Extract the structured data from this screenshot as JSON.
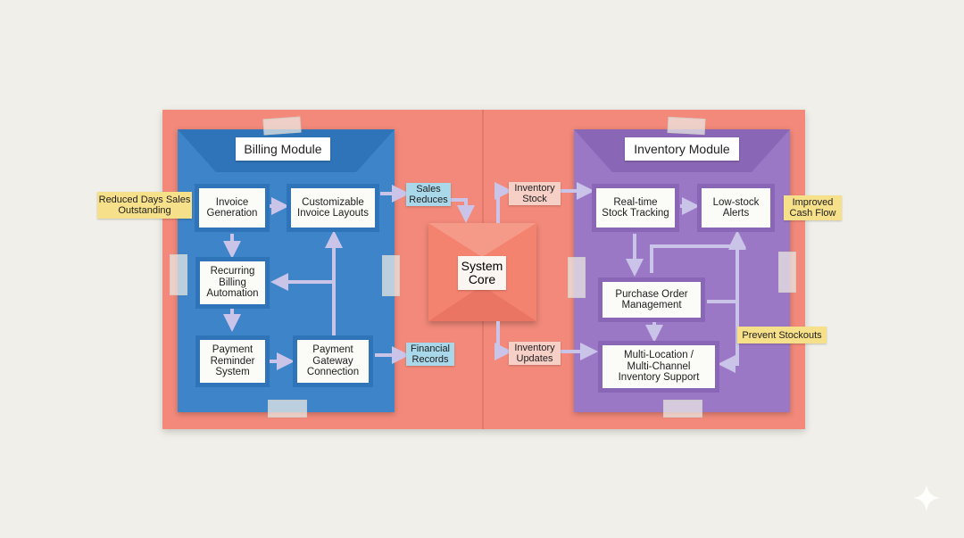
{
  "billing": {
    "title": "Billing Module",
    "nodes": {
      "invoice_generation": "Invoice\nGeneration",
      "custom_layouts": "Customizable\nInvoice Layouts",
      "recurring_billing": "Recurring\nBilling\nAutomation",
      "payment_reminder": "Payment\nReminder\nSystem",
      "payment_gateway": "Payment\nGateway\nConnection"
    }
  },
  "inventory": {
    "title": "Inventory Module",
    "nodes": {
      "realtime_tracking": "Real-time\nStock Tracking",
      "low_stock_alerts": "Low-stock\nAlerts",
      "purchase_order": "Purchase Order\nManagement",
      "multi_location": "Multi-Location /\nMulti-Channel\nInventory Support"
    }
  },
  "core": {
    "label": "System\nCore"
  },
  "flows": {
    "sales_reduces": "Sales\nReduces",
    "financial_records": "Financial\nRecords",
    "inventory_stock": "Inventory\nStock",
    "inventory_updates": "Inventory\nUpdates"
  },
  "outcomes": {
    "reduced_dso": "Reduced Days Sales\nOutstanding",
    "improved_cash_flow": "Improved\nCash Flow",
    "prevent_stockouts": "Prevent Stockouts"
  },
  "colors": {
    "board": "#f2897a",
    "billing": "#3d84c8",
    "inventory": "#9b78c6",
    "arrow": "#c9c4e8",
    "sticky_yellow": "#f7e08a",
    "sticky_cyan": "#a8d8ea",
    "sticky_pink": "#f6cfc6"
  },
  "icons": {
    "corner": "sparkle-icon"
  }
}
